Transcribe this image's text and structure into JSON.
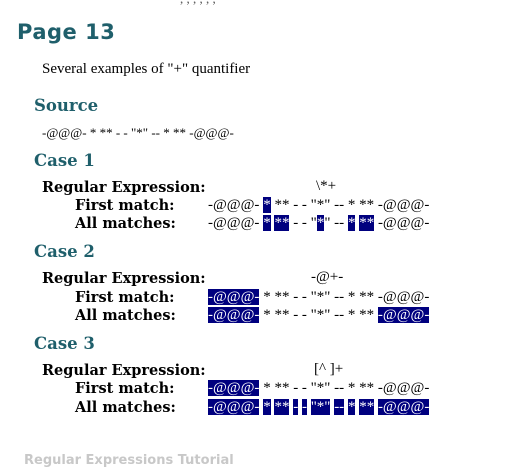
{
  "page_title": "Page 13",
  "intro": "Several examples of \"+\" quantifier",
  "source": {
    "heading": "Source",
    "text": "-@@@- * ** - - \"*\" -- * ** -@@@-"
  },
  "labels": {
    "regex": "Regular Expression:",
    "first": "First match:",
    "all": "All matches:"
  },
  "cases": [
    {
      "heading": "Case 1",
      "regex": "\\*+",
      "first_match": [
        {
          "t": "-@@@- ",
          "hl": false
        },
        {
          "t": "*",
          "hl": true
        },
        {
          "t": " ** - - \"*\" -- * ** -@@@-",
          "hl": false
        }
      ],
      "all_matches": [
        {
          "t": "-@@@- ",
          "hl": false
        },
        {
          "t": "*",
          "hl": true
        },
        {
          "t": " ",
          "hl": false
        },
        {
          "t": "**",
          "hl": true
        },
        {
          "t": " - - \"",
          "hl": false
        },
        {
          "t": "*",
          "hl": true
        },
        {
          "t": "\" -- ",
          "hl": false
        },
        {
          "t": "*",
          "hl": true
        },
        {
          "t": " ",
          "hl": false
        },
        {
          "t": "**",
          "hl": true
        },
        {
          "t": " -@@@-",
          "hl": false
        }
      ]
    },
    {
      "heading": "Case 2",
      "regex": "-@+-",
      "first_match": [
        {
          "t": "-@@@-",
          "hl": true
        },
        {
          "t": " * ** - - \"*\" -- * ** -@@@-",
          "hl": false
        }
      ],
      "all_matches": [
        {
          "t": "-@@@-",
          "hl": true
        },
        {
          "t": " * ** - - \"*\" -- * ** ",
          "hl": false
        },
        {
          "t": "-@@@-",
          "hl": true
        }
      ]
    },
    {
      "heading": "Case 3",
      "regex": "[^ ]+",
      "first_match": [
        {
          "t": "-@@@-",
          "hl": true
        },
        {
          "t": " * ** - - \"*\" -- * ** -@@@-",
          "hl": false
        }
      ],
      "all_matches": [
        {
          "t": "-@@@-",
          "hl": true
        },
        {
          "t": " ",
          "hl": false
        },
        {
          "t": "*",
          "hl": true
        },
        {
          "t": " ",
          "hl": false
        },
        {
          "t": "**",
          "hl": true
        },
        {
          "t": " ",
          "hl": false
        },
        {
          "t": "-",
          "hl": true
        },
        {
          "t": " ",
          "hl": false
        },
        {
          "t": "-",
          "hl": true
        },
        {
          "t": " ",
          "hl": false
        },
        {
          "t": "\"*\"",
          "hl": true
        },
        {
          "t": " ",
          "hl": false
        },
        {
          "t": "--",
          "hl": true
        },
        {
          "t": " ",
          "hl": false
        },
        {
          "t": "*",
          "hl": true
        },
        {
          "t": " ",
          "hl": false
        },
        {
          "t": "**",
          "hl": true
        },
        {
          "t": " ",
          "hl": false
        },
        {
          "t": "-@@@-",
          "hl": true
        }
      ]
    }
  ],
  "footer_cut": "Regular Expressions Tutorial",
  "top_cut": ", , , , , ,"
}
